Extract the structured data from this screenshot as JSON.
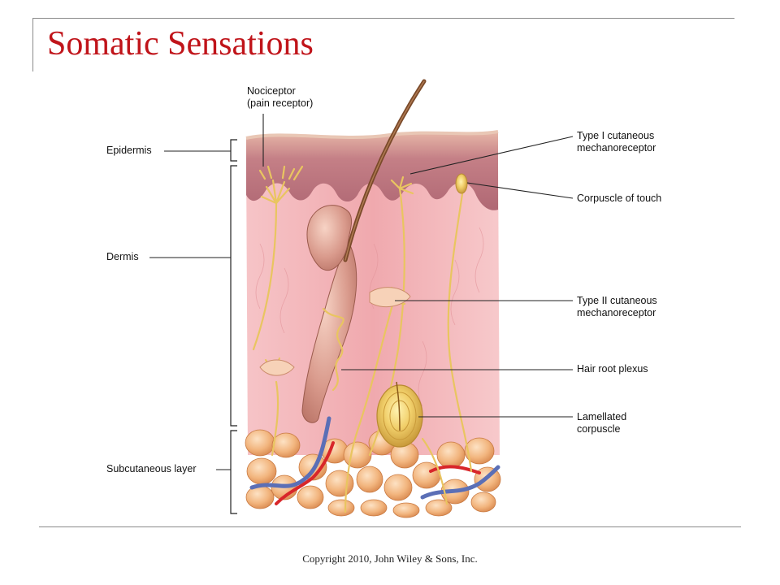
{
  "slide": {
    "title": "Somatic Sensations",
    "footer": "Copyright 2010, John Wiley & Sons, Inc."
  },
  "diagram": {
    "left_labels": {
      "epidermis": "Epidermis",
      "dermis": "Dermis",
      "subcutaneous": "Subcutaneous layer"
    },
    "top_label": {
      "line1": "Nociceptor",
      "line2": "(pain receptor)"
    },
    "right_labels": {
      "type1": {
        "line1": "Type I cutaneous",
        "line2": "mechanoreceptor"
      },
      "corpuscle_touch": "Corpuscle of touch",
      "type2": {
        "line1": "Type II cutaneous",
        "line2": "mechanoreceptor"
      },
      "hair_root": "Hair root plexus",
      "lamellated": {
        "line1": "Lamellated",
        "line2": "corpuscle"
      }
    },
    "colors": {
      "epidermis": "#c98a8f",
      "dermis": "#f2b3b7",
      "fat": "#f0b27a",
      "nerve": "#e9c560",
      "artery": "#d8262a",
      "vein": "#5b6fb6",
      "hair": "#7a4a2a",
      "frame": "#8a8a8a",
      "title": "#c0141a"
    }
  }
}
